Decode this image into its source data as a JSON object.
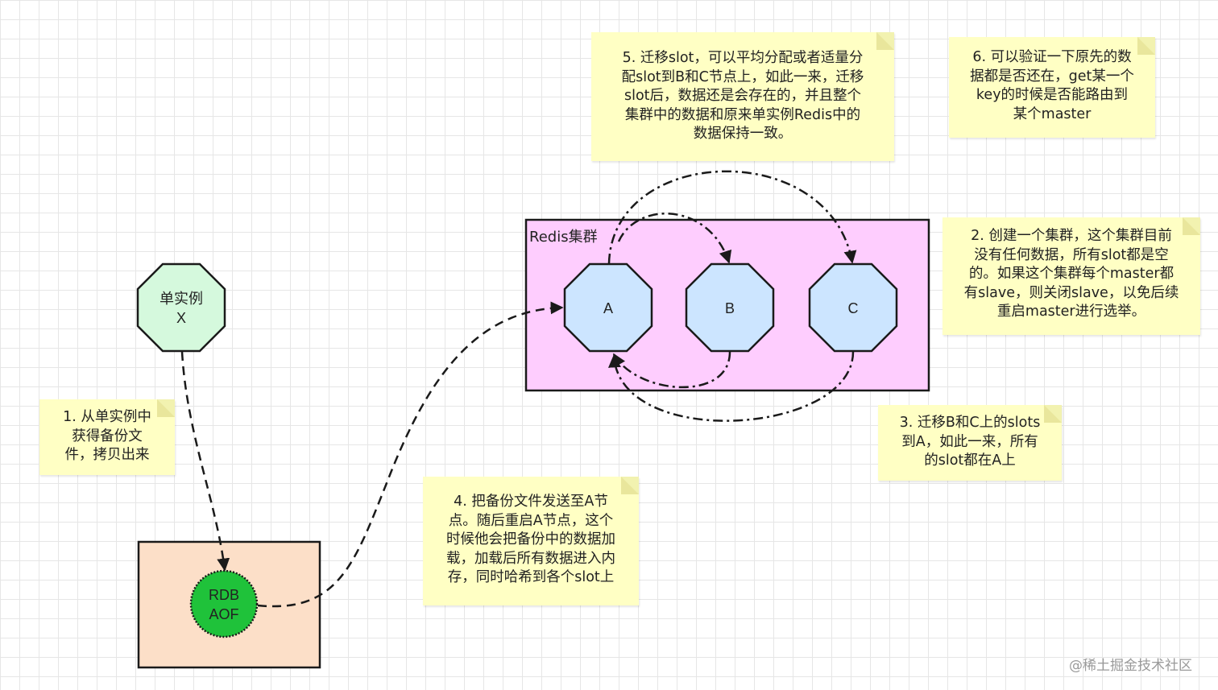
{
  "diagram": {
    "cluster_label": "Redis集群",
    "single_instance": {
      "line1": "单实例",
      "line2": "X"
    },
    "nodes": {
      "a": "A",
      "b": "B",
      "c": "C"
    },
    "backup": {
      "line1": "RDB",
      "line2": "AOF"
    },
    "notes": {
      "n1": "1. 从单实例中\n获得备份文\n件，拷贝出来",
      "n2": "2. 创建一个集群，这个集群目前\n没有任何数据，所有slot都是空\n的。如果这个集群每个master都\n有slave，则关闭slave，以免后续\n重启master进行选举。",
      "n3": "3. 迁移B和C上的slots\n到A，如此一来，所有\n的slot都在A上",
      "n4": "4. 把备份文件发送至A节\n点。随后重启A节点，这个\n时候他会把备份中的数据加\n载，加载后所有数据进入内\n存，同时哈希到各个slot上",
      "n5": "5. 迁移slot，可以平均分配或者适量分\n配slot到B和C节点上，如此一来，迁移\nslot后，数据还是会存在的，并且整个\n集群中的数据和原来单实例Redis中的\n数据保持一致。",
      "n6": "6. 可以验证一下原先的数\n据都是否还在，get某一个\nkey的时候是否能路由到\n某个master"
    },
    "watermark": "@稀土掘金技术社区"
  },
  "colors": {
    "cluster_fill": "#fecdfe",
    "node_fill": "#cce5ff",
    "single_fill": "#d5f9dd",
    "backup_box_fill": "#fcdfc8",
    "backup_circle_fill": "#1fc23a",
    "note_fill": "#ffffc4"
  }
}
